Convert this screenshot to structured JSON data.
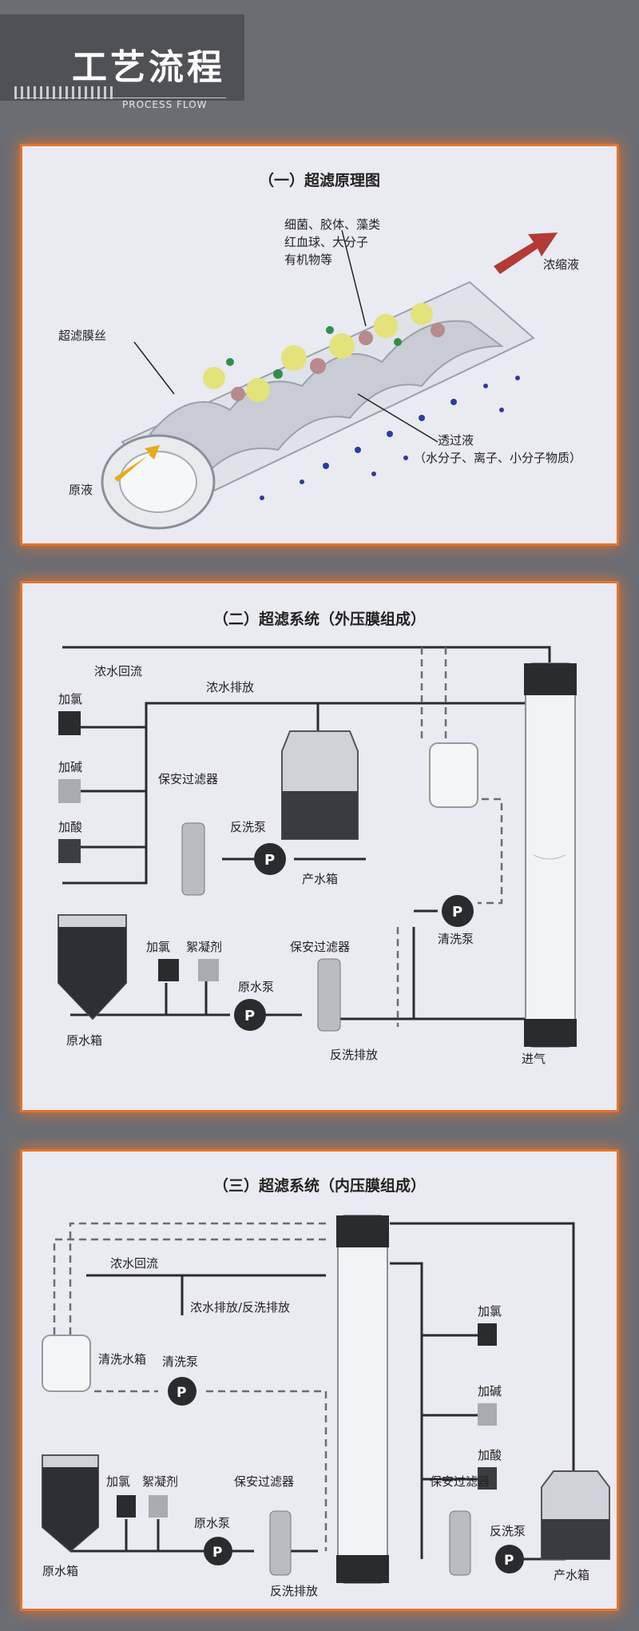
{
  "header": {
    "title": "工艺流程",
    "subtitle": "PROCESS FLOW"
  },
  "panel1": {
    "title": "（一）超滤原理图",
    "labels": {
      "bacteria_line1": "细菌、胶体、藻类",
      "bacteria_line2": "红血球、大分子",
      "bacteria_line3": "有机物等",
      "concentrate": "浓缩液",
      "membrane": "超滤膜丝",
      "raw": "原液",
      "permeate_line1": "透过液",
      "permeate_line2": "（水分子、离子、小分子物质）"
    }
  },
  "panel2": {
    "title": "（二）超滤系统（外压膜组成）",
    "labels": {
      "concentrate_return": "浓水回流",
      "concentrate_drain": "浓水排放",
      "chlorine": "加氯",
      "alkali": "加碱",
      "acid": "加酸",
      "security_filter": "保安过滤器",
      "backwash_pump": "反洗泵",
      "product_tank": "产水箱",
      "raw_tank": "原水箱",
      "chlorine2": "加氯",
      "flocculant": "絮凝剂",
      "security_filter2": "保安过滤器",
      "raw_pump": "原水泵",
      "backwash_drain": "反洗排放",
      "clean_pump": "清洗泵",
      "air_in": "进气",
      "pump_letter": "P"
    }
  },
  "panel3": {
    "title": "（三）超滤系统（内压膜组成）",
    "labels": {
      "concentrate_return": "浓水回流",
      "drain": "浓水排放/反洗排放",
      "clean_tank": "清洗水箱",
      "clean_pump": "清洗泵",
      "raw_tank": "原水箱",
      "chlorine": "加氯",
      "flocculant": "絮凝剂",
      "security_filter": "保安过滤器",
      "raw_pump": "原水泵",
      "backwash_drain": "反洗排放",
      "chlorine_r": "加氯",
      "alkali_r": "加碱",
      "acid_r": "加酸",
      "security_filter_r": "保安过滤器",
      "backwash_pump": "反洗泵",
      "product_tank": "产水箱",
      "pump_letter": "P"
    }
  },
  "colors": {
    "accent": "#e3742b",
    "panel_bg": "#e9eaf2",
    "pipe": "#2a2b2f",
    "dashed_pipe": "#6b6d74"
  }
}
